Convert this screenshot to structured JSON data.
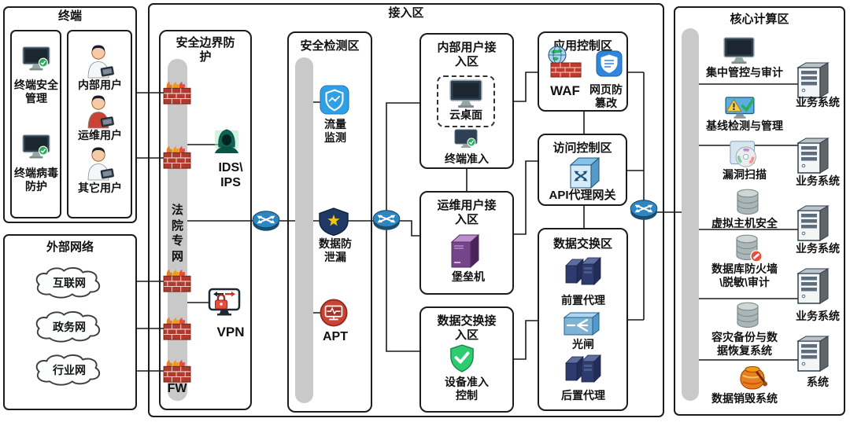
{
  "palette": {
    "line": "#1a1a1a",
    "box_border": "#1c1c1c",
    "bar_gray": "#c9c9c9",
    "firewall_red": "#b03a2e",
    "router_blue": "#2e86c1",
    "shield_blue": "#2f9fe8",
    "dlp_navy": "#1f3864",
    "apt_red": "#cb4335",
    "bastion_purple": "#76448a",
    "proxy_navy": "#2e3b6e",
    "admission_green": "#2ecc71",
    "waf_brick": "#c0392b"
  },
  "terminal": {
    "title": "终端",
    "security_mgmt": "终端安全\n管理",
    "virus_protect": "终端病毒\n防护",
    "users": [
      "内部用户",
      "运维用户",
      "其它用户"
    ]
  },
  "external": {
    "title": "外部网络",
    "clouds": [
      "互联网",
      "政务网",
      "行业网"
    ]
  },
  "access": {
    "title": "接入区",
    "boundary": {
      "title": "安全边界防\n护",
      "bar": "法院专网",
      "ids": "IDS\\\nIPS",
      "vpn": "VPN",
      "fw": "FW"
    },
    "detection": {
      "title": "安全检测区",
      "traffic": "流量\n监测",
      "dlp": "数据防\n泄漏",
      "apt": "APT"
    },
    "internal": {
      "title": "内部用户接\n入区",
      "cloud_desktop": "云桌面",
      "terminal_admission": "终端准入"
    },
    "ops": {
      "title": "运维用户接\n入区",
      "bastion": "堡垒机"
    },
    "exchange_access": {
      "title": "数据交换接\n入区",
      "device_admission": "设备准入\n控制"
    },
    "app_control": {
      "title": "应用控制区",
      "waf": "WAF",
      "web_tamper": "网页防\n篡改"
    },
    "access_control": {
      "title": "访问控制区",
      "api_gateway": "API代理网关"
    },
    "data_exchange": {
      "title": "数据交换区",
      "front_proxy": "前置代理",
      "optical_gate": "光闸",
      "rear_proxy": "后置代理"
    }
  },
  "core": {
    "title": "核心计算区",
    "items": [
      "集中管控与审计",
      "基线检测与管理",
      "漏洞扫描",
      "虚拟主机安全",
      "数据库防火墙\n\\脱敏\\审计",
      "容灾备份与数\n据恢复系统",
      "数据销毁系统"
    ],
    "servers": [
      "业务系统",
      "业务系统",
      "业务系统",
      "业务系统",
      "系统"
    ]
  }
}
